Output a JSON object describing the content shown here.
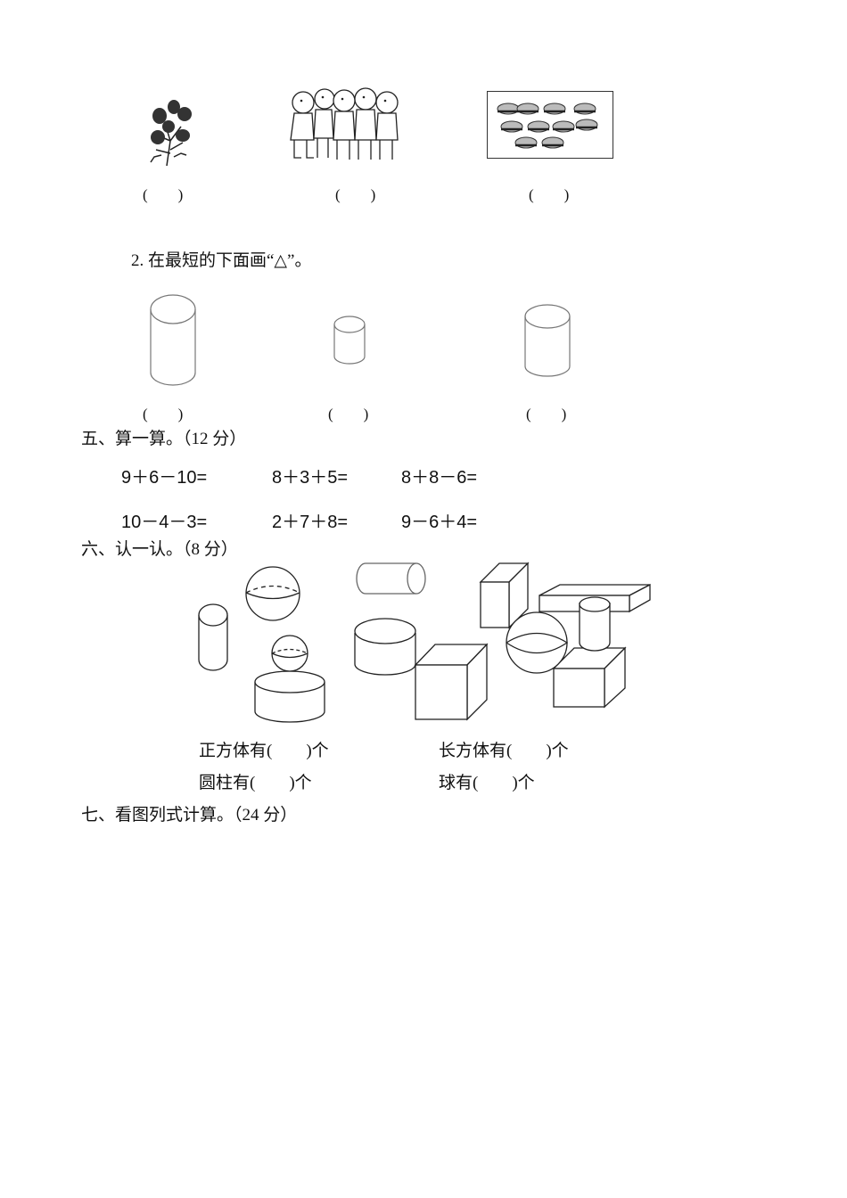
{
  "section4_part1": {
    "items": [
      {
        "picture": "roses-icon",
        "blank": "(　　)"
      },
      {
        "picture": "children-group-icon",
        "blank": "(　　)"
      },
      {
        "picture": "hamburgers-icon",
        "blank": "(　　)"
      }
    ]
  },
  "section4_part2": {
    "title": "2. 在最短的下面画“△”。",
    "items": [
      {
        "picture": "tall-cylinder-icon",
        "blank": "(　　)"
      },
      {
        "picture": "short-cylinder-icon",
        "blank": "(　　)"
      },
      {
        "picture": "medium-cylinder-icon",
        "blank": "(　　)"
      }
    ]
  },
  "section5": {
    "title": "五、算一算。（12 分）",
    "equations": [
      "9＋6－10=",
      "8＋3＋5=",
      "8＋8－6=",
      "10－4－3=",
      "2＋7＋8=",
      "9－6＋4="
    ]
  },
  "section6": {
    "title": "六、认一认。（8 分）",
    "questions": [
      "正方体有(　　)个",
      "长方体有(　　)个",
      "圆柱有(　　)个",
      "球有(　　)个"
    ]
  },
  "section7": {
    "title": "七、看图列式计算。（24 分）"
  }
}
